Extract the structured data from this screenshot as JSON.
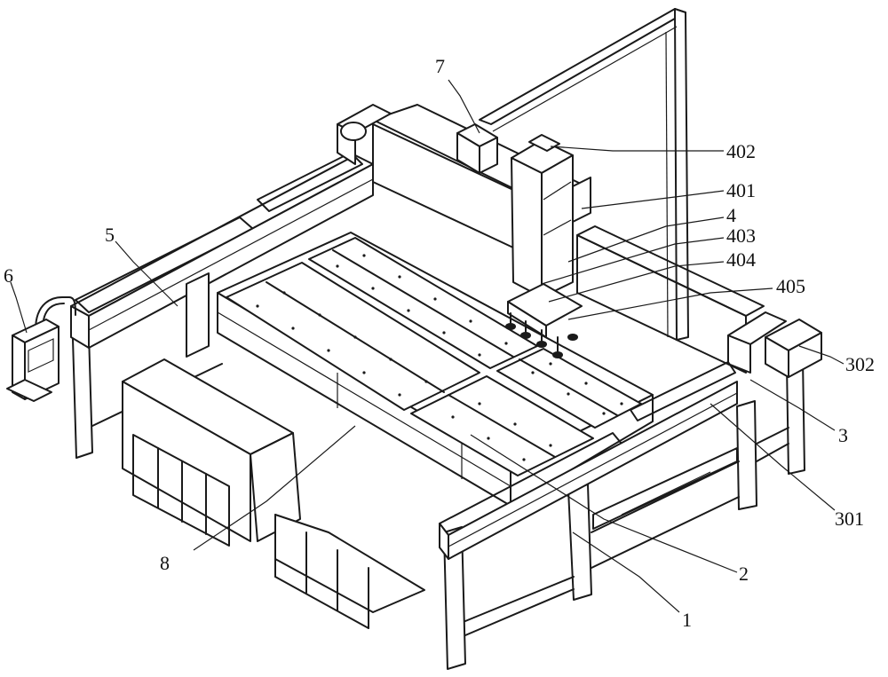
{
  "labels": {
    "l1": "1",
    "l2": "2",
    "l3": "3",
    "l4": "4",
    "l5": "5",
    "l6": "6",
    "l7": "7",
    "l8": "8",
    "l301": "301",
    "l302": "302",
    "l401": "401",
    "l402": "402",
    "l403": "403",
    "l404": "404",
    "l405": "405"
  },
  "colors": {
    "line": "#1a1a1a",
    "background": "#ffffff"
  }
}
